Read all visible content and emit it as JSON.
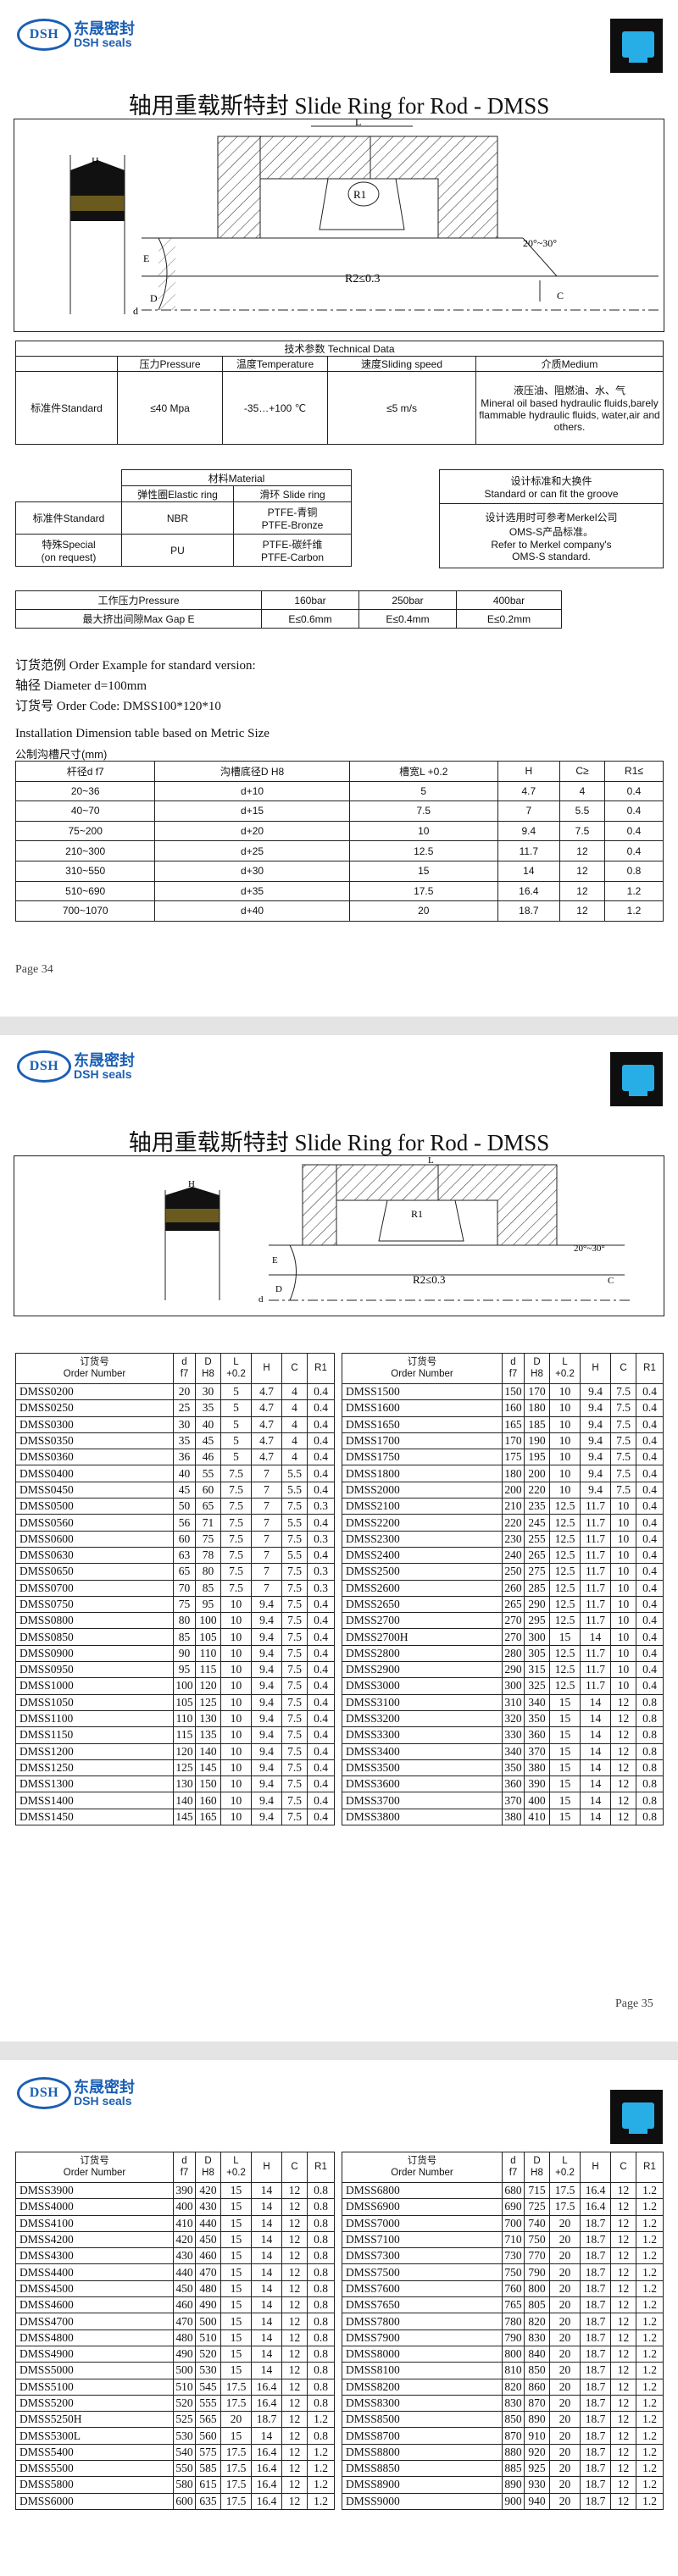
{
  "brand": {
    "logo_mark": "DSH",
    "name_cn": "东晟密封",
    "name_en": "DSH seals"
  },
  "title": "轴用重载斯特封 Slide Ring for Rod - DMSS",
  "drawing": {
    "h": "H",
    "e": "E",
    "d": "d",
    "D": "D",
    "r1": "R1",
    "r2": "R2≤0.3",
    "l": "L",
    "angle": "20°~30°",
    "c": "C"
  },
  "tech": {
    "caption": "技术参数 Technical Data",
    "pressure_hdr": "压力Pressure",
    "temperature_hdr": "温度Temperature",
    "speed_hdr": "速度Sliding speed",
    "medium_hdr": "介质Medium",
    "row_label": "标准件Standard",
    "pressure": "≤40 Mpa",
    "temperature": "-35…+100 ℃",
    "speed": "≤5 m/s",
    "medium_cn": "液压油、阻燃油、水、气",
    "medium_en": "Mineral oil based hydraulic fluids,barely flammable hydraulic fluids, water,air and others."
  },
  "material": {
    "caption": "材料Material",
    "elastic_hdr": "弹性圈Elastic ring",
    "slide_hdr": "滑环 Slide ring",
    "standard_label": "标准件Standard",
    "standard_elastic": "NBR",
    "standard_slide_1": "PTFE-青铜",
    "standard_slide_2": "PTFE-Bronze",
    "special_label_1": "特殊Special",
    "special_label_2": "(on request)",
    "special_elastic": "PU",
    "special_slide_1": "PTFE-碳纤维",
    "special_slide_2": "PTFE-Carbon"
  },
  "design": {
    "hdr_1": "设计标准和大换件",
    "hdr_2": "Standard or can fit the groove",
    "body_1": "设计选用时可参考Merkel公司",
    "body_2": "OMS-S产品标准。",
    "body_3": "Refer to Merkel company's",
    "body_4": "OMS-S standard."
  },
  "gap": {
    "row1_label": "工作压力Pressure",
    "row2_label": "最大挤出间隙Max Gap E",
    "pressures": [
      "160bar",
      "250bar",
      "400bar"
    ],
    "gaps": [
      "E≤0.6mm",
      "E≤0.4mm",
      "E≤0.2mm"
    ]
  },
  "order": {
    "line1": "订货范例 Order Example for standard version:",
    "line2": "轴径 Diameter d=100mm",
    "line3": "订货号 Order Code: DMSS100*120*10"
  },
  "install": {
    "line1": "Installation Dimension table based on Metric Size",
    "line2": "公制沟槽尺寸(mm)",
    "headers": [
      "杆径d f7",
      "沟槽底径D H8",
      "槽宽L +0.2",
      "H",
      "C≥",
      "R1≤"
    ],
    "rows": [
      [
        "20~36",
        "d+10",
        "5",
        "4.7",
        "4",
        "0.4"
      ],
      [
        "40~70",
        "d+15",
        "7.5",
        "7",
        "5.5",
        "0.4"
      ],
      [
        "75~200",
        "d+20",
        "10",
        "9.4",
        "7.5",
        "0.4"
      ],
      [
        "210~300",
        "d+25",
        "12.5",
        "11.7",
        "12",
        "0.4"
      ],
      [
        "310~550",
        "d+30",
        "15",
        "14",
        "12",
        "0.8"
      ],
      [
        "510~690",
        "d+35",
        "17.5",
        "16.4",
        "12",
        "1.2"
      ],
      [
        "700~1070",
        "d+40",
        "20",
        "18.7",
        "12",
        "1.2"
      ]
    ]
  },
  "pages": {
    "p1": "Page 34",
    "p2": "Page 35"
  },
  "size_headers": {
    "code_1": "订货号",
    "code_2": "Order Number",
    "d_1": "d",
    "d_2": "f7",
    "D_1": "D",
    "D_2": "H8",
    "L_1": "L",
    "L_2": "+0.2",
    "H": "H",
    "C": "C",
    "R": "R1"
  },
  "p2_left": [
    [
      "DMSS0200",
      "20",
      "30",
      "5",
      "4.7",
      "4",
      "0.4"
    ],
    [
      "DMSS0250",
      "25",
      "35",
      "5",
      "4.7",
      "4",
      "0.4"
    ],
    [
      "DMSS0300",
      "30",
      "40",
      "5",
      "4.7",
      "4",
      "0.4"
    ],
    [
      "DMSS0350",
      "35",
      "45",
      "5",
      "4.7",
      "4",
      "0.4"
    ],
    [
      "DMSS0360",
      "36",
      "46",
      "5",
      "4.7",
      "4",
      "0.4"
    ],
    [
      "DMSS0400",
      "40",
      "55",
      "7.5",
      "7",
      "5.5",
      "0.4"
    ],
    [
      "DMSS0450",
      "45",
      "60",
      "7.5",
      "7",
      "5.5",
      "0.4"
    ],
    [
      "DMSS0500",
      "50",
      "65",
      "7.5",
      "7",
      "7.5",
      "0.3"
    ],
    [
      "DMSS0560",
      "56",
      "71",
      "7.5",
      "7",
      "5.5",
      "0.4"
    ],
    [
      "DMSS0600",
      "60",
      "75",
      "7.5",
      "7",
      "7.5",
      "0.3"
    ],
    [
      "DMSS0630",
      "63",
      "78",
      "7.5",
      "7",
      "5.5",
      "0.4"
    ],
    [
      "DMSS0650",
      "65",
      "80",
      "7.5",
      "7",
      "7.5",
      "0.3"
    ],
    [
      "DMSS0700",
      "70",
      "85",
      "7.5",
      "7",
      "7.5",
      "0.3"
    ],
    [
      "DMSS0750",
      "75",
      "95",
      "10",
      "9.4",
      "7.5",
      "0.4"
    ],
    [
      "DMSS0800",
      "80",
      "100",
      "10",
      "9.4",
      "7.5",
      "0.4"
    ],
    [
      "DMSS0850",
      "85",
      "105",
      "10",
      "9.4",
      "7.5",
      "0.4"
    ],
    [
      "DMSS0900",
      "90",
      "110",
      "10",
      "9.4",
      "7.5",
      "0.4"
    ],
    [
      "DMSS0950",
      "95",
      "115",
      "10",
      "9.4",
      "7.5",
      "0.4"
    ],
    [
      "DMSS1000",
      "100",
      "120",
      "10",
      "9.4",
      "7.5",
      "0.4"
    ],
    [
      "DMSS1050",
      "105",
      "125",
      "10",
      "9.4",
      "7.5",
      "0.4"
    ],
    [
      "DMSS1100",
      "110",
      "130",
      "10",
      "9.4",
      "7.5",
      "0.4"
    ],
    [
      "DMSS1150",
      "115",
      "135",
      "10",
      "9.4",
      "7.5",
      "0.4"
    ],
    [
      "DMSS1200",
      "120",
      "140",
      "10",
      "9.4",
      "7.5",
      "0.4"
    ],
    [
      "DMSS1250",
      "125",
      "145",
      "10",
      "9.4",
      "7.5",
      "0.4"
    ],
    [
      "DMSS1300",
      "130",
      "150",
      "10",
      "9.4",
      "7.5",
      "0.4"
    ],
    [
      "DMSS1400",
      "140",
      "160",
      "10",
      "9.4",
      "7.5",
      "0.4"
    ],
    [
      "DMSS1450",
      "145",
      "165",
      "10",
      "9.4",
      "7.5",
      "0.4"
    ]
  ],
  "p2_right": [
    [
      "DMSS1500",
      "150",
      "170",
      "10",
      "9.4",
      "7.5",
      "0.4"
    ],
    [
      "DMSS1600",
      "160",
      "180",
      "10",
      "9.4",
      "7.5",
      "0.4"
    ],
    [
      "DMSS1650",
      "165",
      "185",
      "10",
      "9.4",
      "7.5",
      "0.4"
    ],
    [
      "DMSS1700",
      "170",
      "190",
      "10",
      "9.4",
      "7.5",
      "0.4"
    ],
    [
      "DMSS1750",
      "175",
      "195",
      "10",
      "9.4",
      "7.5",
      "0.4"
    ],
    [
      "DMSS1800",
      "180",
      "200",
      "10",
      "9.4",
      "7.5",
      "0.4"
    ],
    [
      "DMSS2000",
      "200",
      "220",
      "10",
      "9.4",
      "7.5",
      "0.4"
    ],
    [
      "DMSS2100",
      "210",
      "235",
      "12.5",
      "11.7",
      "10",
      "0.4"
    ],
    [
      "DMSS2200",
      "220",
      "245",
      "12.5",
      "11.7",
      "10",
      "0.4"
    ],
    [
      "DMSS2300",
      "230",
      "255",
      "12.5",
      "11.7",
      "10",
      "0.4"
    ],
    [
      "DMSS2400",
      "240",
      "265",
      "12.5",
      "11.7",
      "10",
      "0.4"
    ],
    [
      "DMSS2500",
      "250",
      "275",
      "12.5",
      "11.7",
      "10",
      "0.4"
    ],
    [
      "DMSS2600",
      "260",
      "285",
      "12.5",
      "11.7",
      "10",
      "0.4"
    ],
    [
      "DMSS2650",
      "265",
      "290",
      "12.5",
      "11.7",
      "10",
      "0.4"
    ],
    [
      "DMSS2700",
      "270",
      "295",
      "12.5",
      "11.7",
      "10",
      "0.4"
    ],
    [
      "DMSS2700H",
      "270",
      "300",
      "15",
      "14",
      "10",
      "0.4"
    ],
    [
      "DMSS2800",
      "280",
      "305",
      "12.5",
      "11.7",
      "10",
      "0.4"
    ],
    [
      "DMSS2900",
      "290",
      "315",
      "12.5",
      "11.7",
      "10",
      "0.4"
    ],
    [
      "DMSS3000",
      "300",
      "325",
      "12.5",
      "11.7",
      "10",
      "0.4"
    ],
    [
      "DMSS3100",
      "310",
      "340",
      "15",
      "14",
      "12",
      "0.8"
    ],
    [
      "DMSS3200",
      "320",
      "350",
      "15",
      "14",
      "12",
      "0.8"
    ],
    [
      "DMSS3300",
      "330",
      "360",
      "15",
      "14",
      "12",
      "0.8"
    ],
    [
      "DMSS3400",
      "340",
      "370",
      "15",
      "14",
      "12",
      "0.8"
    ],
    [
      "DMSS3500",
      "350",
      "380",
      "15",
      "14",
      "12",
      "0.8"
    ],
    [
      "DMSS3600",
      "360",
      "390",
      "15",
      "14",
      "12",
      "0.8"
    ],
    [
      "DMSS3700",
      "370",
      "400",
      "15",
      "14",
      "12",
      "0.8"
    ],
    [
      "DMSS3800",
      "380",
      "410",
      "15",
      "14",
      "12",
      "0.8"
    ]
  ],
  "p3_left": [
    [
      "DMSS3900",
      "390",
      "420",
      "15",
      "14",
      "12",
      "0.8"
    ],
    [
      "DMSS4000",
      "400",
      "430",
      "15",
      "14",
      "12",
      "0.8"
    ],
    [
      "DMSS4100",
      "410",
      "440",
      "15",
      "14",
      "12",
      "0.8"
    ],
    [
      "DMSS4200",
      "420",
      "450",
      "15",
      "14",
      "12",
      "0.8"
    ],
    [
      "DMSS4300",
      "430",
      "460",
      "15",
      "14",
      "12",
      "0.8"
    ],
    [
      "DMSS4400",
      "440",
      "470",
      "15",
      "14",
      "12",
      "0.8"
    ],
    [
      "DMSS4500",
      "450",
      "480",
      "15",
      "14",
      "12",
      "0.8"
    ],
    [
      "DMSS4600",
      "460",
      "490",
      "15",
      "14",
      "12",
      "0.8"
    ],
    [
      "DMSS4700",
      "470",
      "500",
      "15",
      "14",
      "12",
      "0.8"
    ],
    [
      "DMSS4800",
      "480",
      "510",
      "15",
      "14",
      "12",
      "0.8"
    ],
    [
      "DMSS4900",
      "490",
      "520",
      "15",
      "14",
      "12",
      "0.8"
    ],
    [
      "DMSS5000",
      "500",
      "530",
      "15",
      "14",
      "12",
      "0.8"
    ],
    [
      "DMSS5100",
      "510",
      "545",
      "17.5",
      "16.4",
      "12",
      "0.8"
    ],
    [
      "DMSS5200",
      "520",
      "555",
      "17.5",
      "16.4",
      "12",
      "0.8"
    ],
    [
      "DMSS5250H",
      "525",
      "565",
      "20",
      "18.7",
      "12",
      "1.2"
    ],
    [
      "DMSS5300L",
      "530",
      "560",
      "15",
      "14",
      "12",
      "0.8"
    ],
    [
      "DMSS5400",
      "540",
      "575",
      "17.5",
      "16.4",
      "12",
      "1.2"
    ],
    [
      "DMSS5500",
      "550",
      "585",
      "17.5",
      "16.4",
      "12",
      "1.2"
    ],
    [
      "DMSS5800",
      "580",
      "615",
      "17.5",
      "16.4",
      "12",
      "1.2"
    ],
    [
      "DMSS6000",
      "600",
      "635",
      "17.5",
      "16.4",
      "12",
      "1.2"
    ]
  ],
  "p3_right": [
    [
      "DMSS6800",
      "680",
      "715",
      "17.5",
      "16.4",
      "12",
      "1.2"
    ],
    [
      "DMSS6900",
      "690",
      "725",
      "17.5",
      "16.4",
      "12",
      "1.2"
    ],
    [
      "DMSS7000",
      "700",
      "740",
      "20",
      "18.7",
      "12",
      "1.2"
    ],
    [
      "DMSS7100",
      "710",
      "750",
      "20",
      "18.7",
      "12",
      "1.2"
    ],
    [
      "DMSS7300",
      "730",
      "770",
      "20",
      "18.7",
      "12",
      "1.2"
    ],
    [
      "DMSS7500",
      "750",
      "790",
      "20",
      "18.7",
      "12",
      "1.2"
    ],
    [
      "DMSS7600",
      "760",
      "800",
      "20",
      "18.7",
      "12",
      "1.2"
    ],
    [
      "DMSS7650",
      "765",
      "805",
      "20",
      "18.7",
      "12",
      "1.2"
    ],
    [
      "DMSS7800",
      "780",
      "820",
      "20",
      "18.7",
      "12",
      "1.2"
    ],
    [
      "DMSS7900",
      "790",
      "830",
      "20",
      "18.7",
      "12",
      "1.2"
    ],
    [
      "DMSS8000",
      "800",
      "840",
      "20",
      "18.7",
      "12",
      "1.2"
    ],
    [
      "DMSS8100",
      "810",
      "850",
      "20",
      "18.7",
      "12",
      "1.2"
    ],
    [
      "DMSS8200",
      "820",
      "860",
      "20",
      "18.7",
      "12",
      "1.2"
    ],
    [
      "DMSS8300",
      "830",
      "870",
      "20",
      "18.7",
      "12",
      "1.2"
    ],
    [
      "DMSS8500",
      "850",
      "890",
      "20",
      "18.7",
      "12",
      "1.2"
    ],
    [
      "DMSS8700",
      "870",
      "910",
      "20",
      "18.7",
      "12",
      "1.2"
    ],
    [
      "DMSS8800",
      "880",
      "920",
      "20",
      "18.7",
      "12",
      "1.2"
    ],
    [
      "DMSS8850",
      "885",
      "925",
      "20",
      "18.7",
      "12",
      "1.2"
    ],
    [
      "DMSS8900",
      "890",
      "930",
      "20",
      "18.7",
      "12",
      "1.2"
    ],
    [
      "DMSS9000",
      "900",
      "940",
      "20",
      "18.7",
      "12",
      "1.2"
    ]
  ]
}
